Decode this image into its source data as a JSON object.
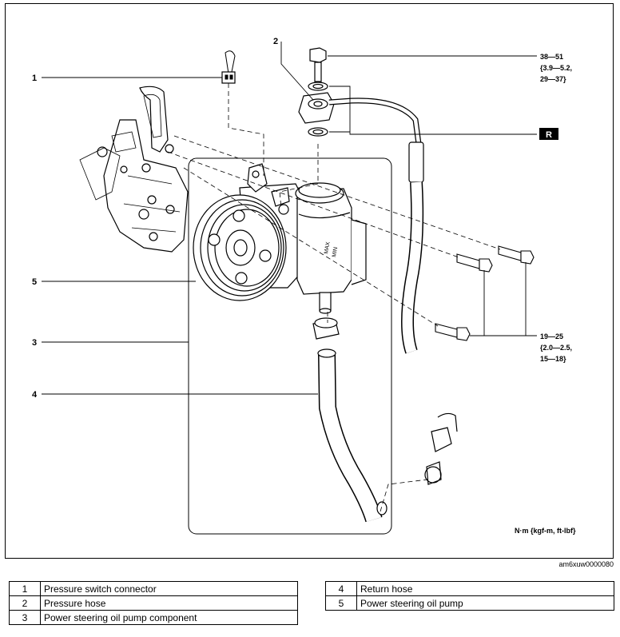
{
  "callouts": [
    "1",
    "2",
    "5",
    "3",
    "4"
  ],
  "torque_top": {
    "line1": "38—51",
    "line2": "{3.9—5.2,",
    "line3": "29—37}"
  },
  "torque_bottom": {
    "line1": "19—25",
    "line2": "{2.0—2.5,",
    "line3": "15—18}"
  },
  "replace_badge": "R",
  "units_note": "N·m {kgf-m, ft-lbf}",
  "image_code": "am6xuw0000080",
  "legend_left": [
    {
      "num": "1",
      "label": "Pressure switch connector"
    },
    {
      "num": "2",
      "label": "Pressure hose"
    },
    {
      "num": "3",
      "label": "Power steering oil pump component"
    }
  ],
  "legend_right": [
    {
      "num": "4",
      "label": "Return hose"
    },
    {
      "num": "5",
      "label": "Power steering oil pump"
    }
  ]
}
